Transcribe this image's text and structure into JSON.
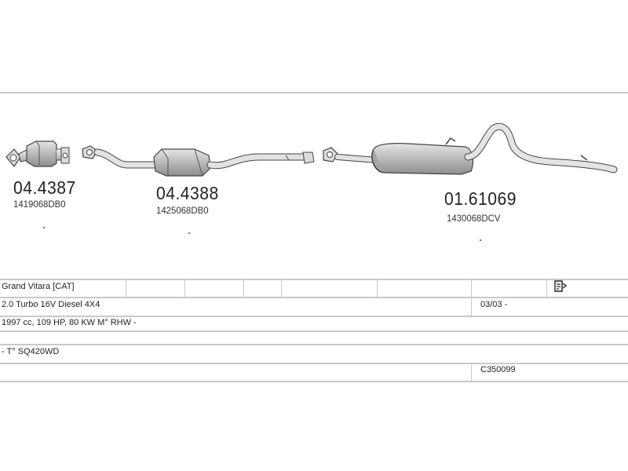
{
  "parts": [
    {
      "number": "04.4387",
      "ref": "1419068DB0"
    },
    {
      "number": "04.4388",
      "ref": "1425068DB0"
    },
    {
      "number": "01.61069",
      "ref": "1430068DCV"
    }
  ],
  "table": {
    "model": "Grand Vitara  [CAT]",
    "engine": "2.0 Turbo 16V Diesel 4X4",
    "date": "03/03 -",
    "specs": "1997 cc, 109 HP, 80 KW M° RHW -",
    "type_code": "- T° SQ420WD",
    "catalog_code": "C350099"
  },
  "icons": {
    "diagram_icon": "diagram-doc-icon"
  },
  "colors": {
    "line": "#c8c8c8",
    "part_stroke": "#444444",
    "part_fill": "#bdbdbd"
  }
}
